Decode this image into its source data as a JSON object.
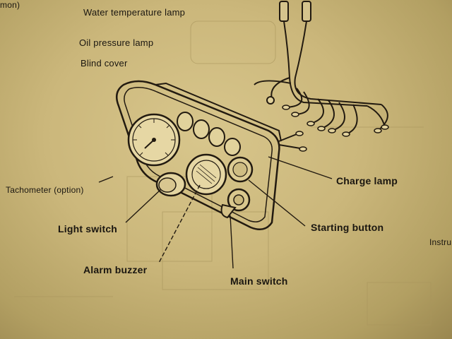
{
  "labels": {
    "top_left_fragment": "mon)",
    "water_temp": "Water temperature lamp",
    "oil_pressure": "Oil pressure lamp",
    "blind_cover": "Blind cover",
    "tachometer": "Tachometer (option)",
    "charge_lamp": "Charge lamp",
    "light_switch": "Light switch",
    "starting_button": "Starting button",
    "alarm_buzzer": "Alarm buzzer",
    "main_switch": "Main switch",
    "right_fragment": "Instru"
  }
}
